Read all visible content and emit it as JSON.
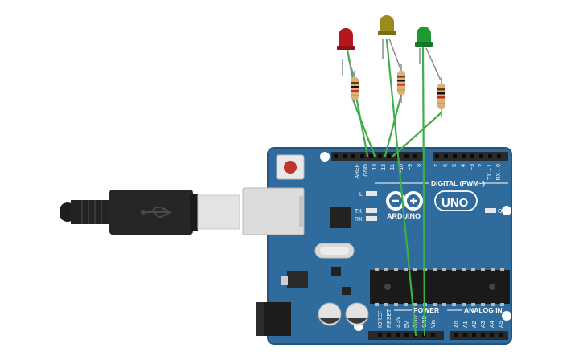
{
  "board": {
    "model": "UNO",
    "brand": "ARDUINO",
    "on_label": "ON",
    "led_labels": {
      "l": "L",
      "tx": "TX",
      "rx": "RX"
    },
    "digital_header_label": "DIGITAL (PWM~)",
    "power_header_label": "POWER",
    "analog_header_label": "ANALOG IN",
    "digital_pins": [
      "AREF",
      "GND",
      "13",
      "12",
      "~11",
      "~10",
      "~9",
      "8",
      "7",
      "~6",
      "~5",
      "4",
      "~3",
      "2",
      "TX→1",
      "RX←0"
    ],
    "power_pins": [
      "IOREF",
      "RESET",
      "3.3V",
      "5V",
      "GND",
      "GND",
      "Vin"
    ],
    "analog_pins": [
      "A0",
      "A1",
      "A2",
      "A3",
      "A4",
      "A5"
    ]
  },
  "leds": [
    {
      "name": "red-led",
      "color": "#b5161b"
    },
    {
      "name": "yellow-led",
      "color": "#9c8a1c"
    },
    {
      "name": "green-led",
      "color": "#1f9a32"
    }
  ],
  "colors": {
    "board": "#2f6b9c",
    "board_edge": "#24557e",
    "wire": "#3fae4a",
    "header": "#2a2a2a",
    "usb_cable": "#1e1e1e"
  },
  "icons": {
    "usb": "usb-icon",
    "infinity_logo": "arduino-infinity-icon"
  }
}
